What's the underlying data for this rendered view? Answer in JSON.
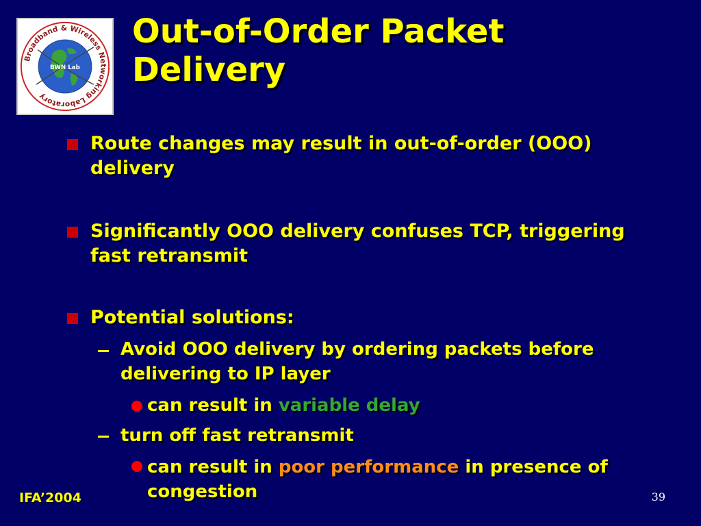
{
  "logo": {
    "ring_text": "Broadband & Wireless Networking Laboratory",
    "center_text": "BWN Lab"
  },
  "title": {
    "line1": "Out-of-Order Packet",
    "line2": "Delivery"
  },
  "bullets": {
    "b1_line1": "Route changes may result in out-of-order (OOO)",
    "b1_line2": "delivery",
    "b2_line1": "Significantly OOO delivery confuses TCP, triggering",
    "b2_line2": "fast retransmit",
    "b3": "Potential solutions:",
    "s1_line1": "Avoid OOO delivery by ordering packets before",
    "s1_line2": "delivering to IP layer",
    "s1a_prefix": "can result in ",
    "s1a_highlight": "variable delay",
    "s2": "turn off fast retransmit",
    "s2a_prefix": "can result in ",
    "s2a_highlight": "poor performance",
    "s2a_suffix": " in presence of",
    "s2a_line2": "congestion"
  },
  "footer": {
    "left": "IFA’2004",
    "page_number": "39"
  },
  "colors": {
    "background": "#000066",
    "text": "#ffff00",
    "bullet_square": "#cc0000",
    "bullet_dot": "#ff0000",
    "highlight_green": "#33a833",
    "highlight_orange": "#ff8c1a"
  }
}
